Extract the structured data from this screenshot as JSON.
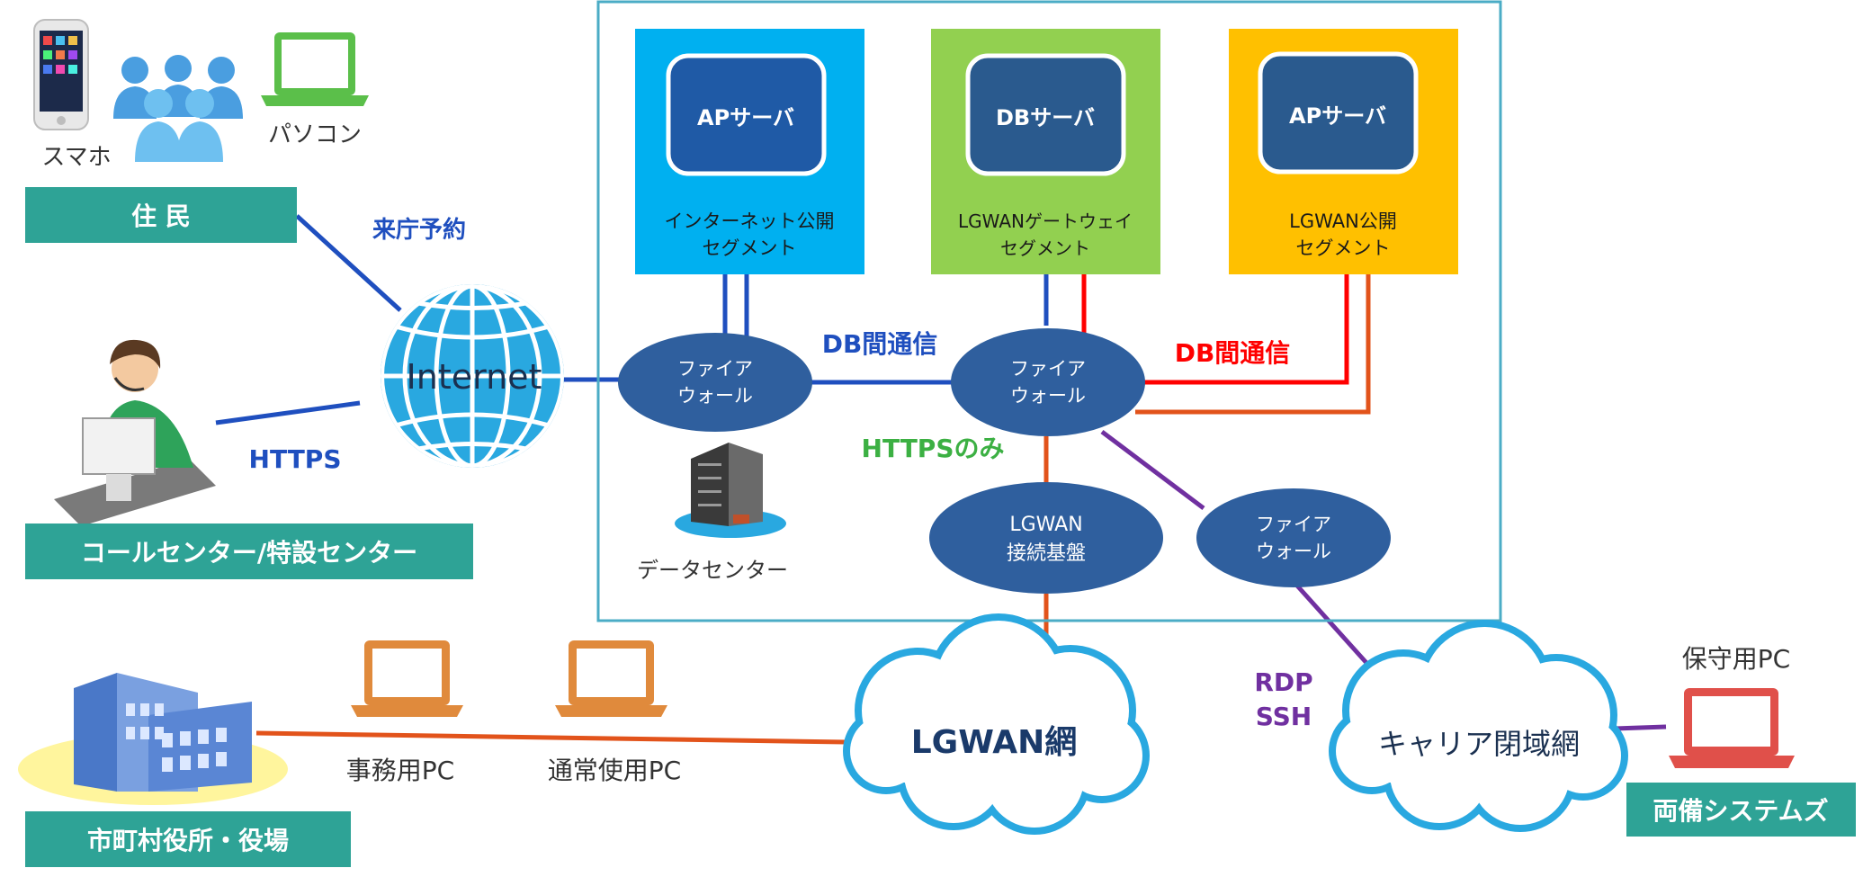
{
  "actors": {
    "residents": {
      "label": "住 民",
      "devices": {
        "smartphone": "スマホ",
        "pc": "パソコン"
      }
    },
    "call_center": {
      "label": "コールセンター/特設センター"
    },
    "municipality": {
      "label": "市町村役所・役場"
    },
    "vendor": {
      "label": "両備システムズ",
      "maintenance_pc": "保守用PC"
    }
  },
  "connections": {
    "reservation": "来庁予約",
    "https": "HTTPS",
    "db_comm_blue": "DB間通信",
    "db_comm_red": "DB間通信",
    "https_only": "HTTPSのみ",
    "rdp": "RDP",
    "ssh": "SSH"
  },
  "internet": {
    "label": "Internet"
  },
  "datacenter": {
    "label": "データセンター",
    "segments": [
      {
        "server": "APサーバ",
        "line1": "インターネット公開",
        "line2": "セグメント"
      },
      {
        "server": "DBサーバ",
        "line1": "LGWANゲートウェイ",
        "line2": "セグメント"
      },
      {
        "server": "APサーバ",
        "line1": "LGWAN公開",
        "line2": "セグメント"
      }
    ],
    "firewall1": {
      "line1": "ファイア",
      "line2": "ウォール"
    },
    "firewall2": {
      "line1": "ファイア",
      "line2": "ウォール"
    },
    "firewall3": {
      "line1": "ファイア",
      "line2": "ウォール"
    },
    "lgwan_base": {
      "line1": "LGWAN",
      "line2": "接続基盤"
    }
  },
  "networks": {
    "lgwan": "LGWAN網",
    "carrier": "キャリア閉域網"
  },
  "office_pcs": {
    "office": "事務用PC",
    "normal": "通常使用PC"
  },
  "colors": {
    "teal": "#2ea396",
    "ellipse_blue": "#2f5f9e",
    "seg_blue": "#00b0f0",
    "seg_green": "#92d050",
    "seg_orange": "#ffc000",
    "line_blue": "#1f4fbf",
    "line_red": "#ff0000",
    "line_orange": "#e2531b",
    "line_purple": "#7030a0",
    "text_green": "#3cb043",
    "pc_orange": "#e08a3c",
    "pc_green": "#5bbf4a",
    "pc_red": "#e0504a"
  }
}
